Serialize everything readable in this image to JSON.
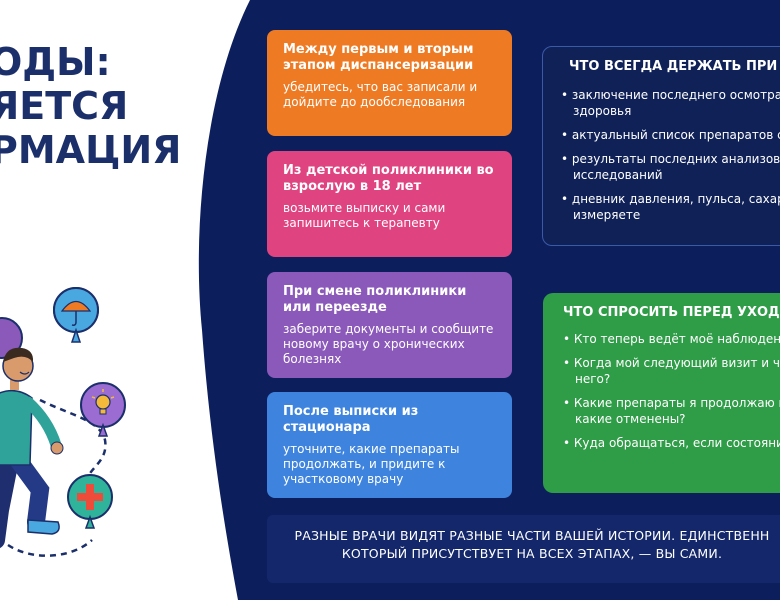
{
  "title": {
    "line1": "ОДЫ:",
    "line2": "ЯЕТСЯ",
    "line3": "РМАЦИЯ"
  },
  "cards": [
    {
      "title": "Между первым и вторым этапом диспансеризации",
      "text": "убедитесь, что вас записали и дойдите до дообследования",
      "color": "#ee7a23"
    },
    {
      "title": "Из детской поликлиники во взрослую в 18 лет",
      "text": "возьмите выписку и сами запишитесь к терапевту",
      "color": "#e04480"
    },
    {
      "title": "При смене поликлиники или переезде",
      "text": "заберите документы и сообщите новому врачу о хронических болезнях",
      "color": "#8a59b9"
    },
    {
      "title": "После выписки из стационара",
      "text": "уточните, какие препараты продолжать, и придите к участковому врачу",
      "color": "#3e84de"
    }
  ],
  "keep_panel": {
    "title": "ЧТО ВСЕГДА ДЕРЖАТЬ ПРИ",
    "items": [
      "• заключение последнего осмотра",
      "здоровья",
      "• актуальный список препаратов с",
      "• результаты последних анализов и",
      "исследований",
      "• дневник давления, пульса, сахара",
      "измеряете"
    ]
  },
  "ask_panel": {
    "title": "ЧТО СПРОСИТЬ ПЕРЕД УХОД",
    "items": [
      "• Кто теперь ведёт моё наблюдени",
      "• Когда мой следующий визит и что",
      "него?",
      "• Какие препараты я продолжаю пр",
      "какие отменены?",
      "• Куда обращаться, если состояние"
    ]
  },
  "bottom": {
    "line1": "РАЗНЫЕ ВРАЧИ ВИДЯТ РАЗНЫЕ ЧАСТИ ВАШЕЙ ИСТОРИИ. ЕДИНСТВЕНН",
    "line2": "КОТОРЫЙ ПРИСУТСТВУЕТ НА ВСЕХ ЭТАПАХ, — ВЫ САМИ."
  },
  "colors": {
    "navy": "#0c1f5c",
    "title_text": "#1b2f6b",
    "green_panel": "#2f9c47"
  },
  "icons": [
    "umbrella-icon",
    "lightbulb-icon",
    "medical-cross-icon",
    "walking-person-illustration"
  ]
}
